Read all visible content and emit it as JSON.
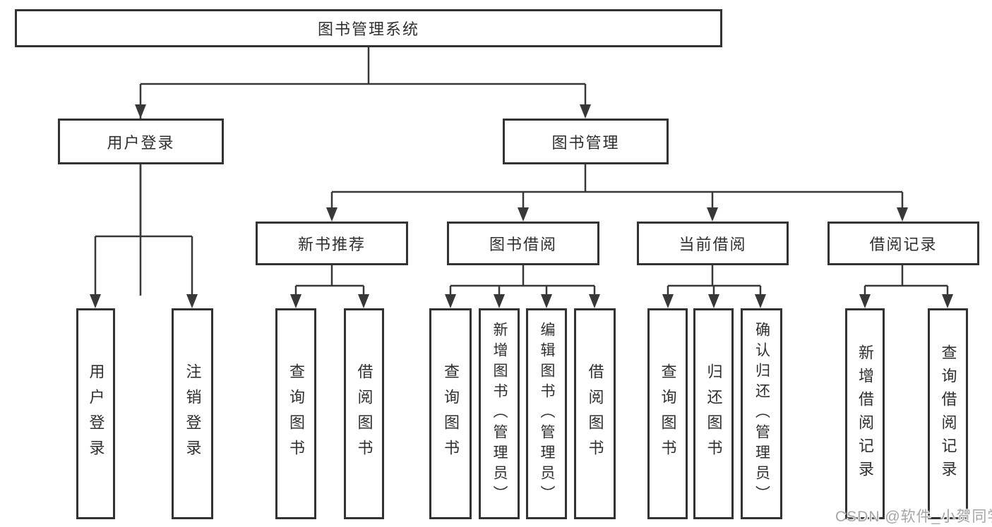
{
  "tree": {
    "root": "图书管理系统",
    "children": [
      {
        "label": "用户登录",
        "children": [
          {
            "label": "用户登录"
          },
          {
            "label": "注销登录"
          }
        ]
      },
      {
        "label": "图书管理",
        "children": [
          {
            "label": "新书推荐",
            "children": [
              {
                "label": "查询图书"
              },
              {
                "label": "借阅图书"
              }
            ]
          },
          {
            "label": "图书借阅",
            "children": [
              {
                "label": "查询图书"
              },
              {
                "label": "新增图书（管理员）"
              },
              {
                "label": "编辑图书（管理员）"
              },
              {
                "label": "借阅图书"
              }
            ]
          },
          {
            "label": "当前借阅",
            "children": [
              {
                "label": "查询图书"
              },
              {
                "label": "归还图书"
              },
              {
                "label": "确认归还（管理员）"
              }
            ]
          },
          {
            "label": "借阅记录",
            "children": [
              {
                "label": "新增借阅记录"
              },
              {
                "label": "查询借阅记录"
              }
            ]
          }
        ]
      }
    ]
  },
  "colors": {
    "line": "#383838",
    "box_border": "#333333",
    "text": "#2f2f2f",
    "watermark": "#a6a6a6"
  },
  "watermark": {
    "text": "CSDN @软件_小贺同学"
  }
}
